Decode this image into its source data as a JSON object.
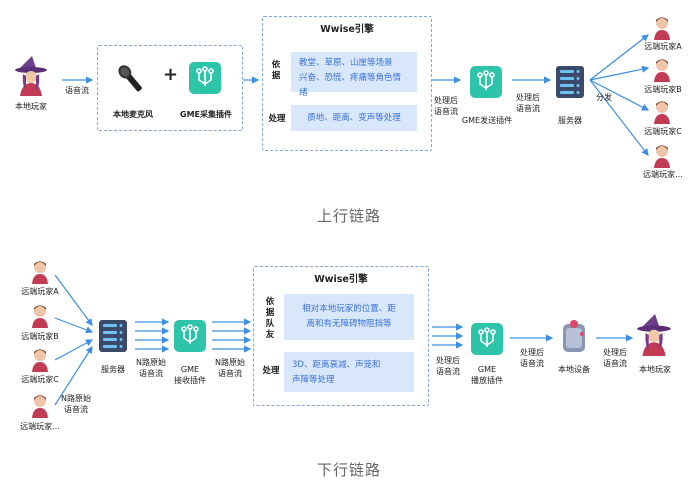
{
  "uplink": {
    "title": "上行链路",
    "local_player": "本地玩家",
    "voice_stream": "语音流",
    "mic": "本地麦克风",
    "capture_plugin": "GME采集插件",
    "wwise_title": "Wwise引擎",
    "basis_label": "依\n据",
    "basis_text": "教堂、草原、山崖等场景\n兴奋、恐慌、疼痛等角色情绪",
    "process_label": "处理",
    "process_text": "质地、距离、变声等处理",
    "processed_stream": "处理后\n语音流",
    "send_plugin": "GME发送插件",
    "processed_stream2": "处理后\n语音流",
    "server": "服务器",
    "distribute": "分发",
    "remote_players": [
      "远端玩家A",
      "远端玩家B",
      "远端玩家C",
      "远端玩家..."
    ]
  },
  "downlink": {
    "title": "下行链路",
    "remote_players": [
      "远端玩家A",
      "远端玩家B",
      "远端玩家C",
      "远端玩家..."
    ],
    "n_original_stream": "N路原始\n语音流",
    "server": "服务器",
    "n_original_stream2": "N路原始\n语音流",
    "recv_plugin": "GME\n接收插件",
    "n_original_stream3": "N路原始\n语音流",
    "wwise_title": "Wwise引擎",
    "basis_label": "依\n据\n队\n友",
    "basis_text": "相对本地玩家的位置、距\n离和有无障碍物阻挡等",
    "process_label": "处理",
    "process_text": "3D、距离衰减、声笼和\n声障等处理",
    "processed_stream": "处理后\n语音流",
    "play_plugin": "GME\n播放插件",
    "processed_stream2": "处理后\n语音流",
    "local_device": "本地设备",
    "processed_stream3": "处理后\n语音流",
    "local_player": "本地玩家"
  },
  "colors": {
    "teal": "#2ec4a9",
    "light_blue_box": "#d9e7fb",
    "blue_text": "#3a73d9",
    "dashed_border": "#7fa8e0",
    "arrow": "#3d8fe0",
    "server": "#3b4a6b"
  },
  "icons": [
    "witch-avatar-icon",
    "person-avatar-icon",
    "microphone-icon",
    "gme-plugin-icon",
    "server-icon",
    "device-icon"
  ]
}
